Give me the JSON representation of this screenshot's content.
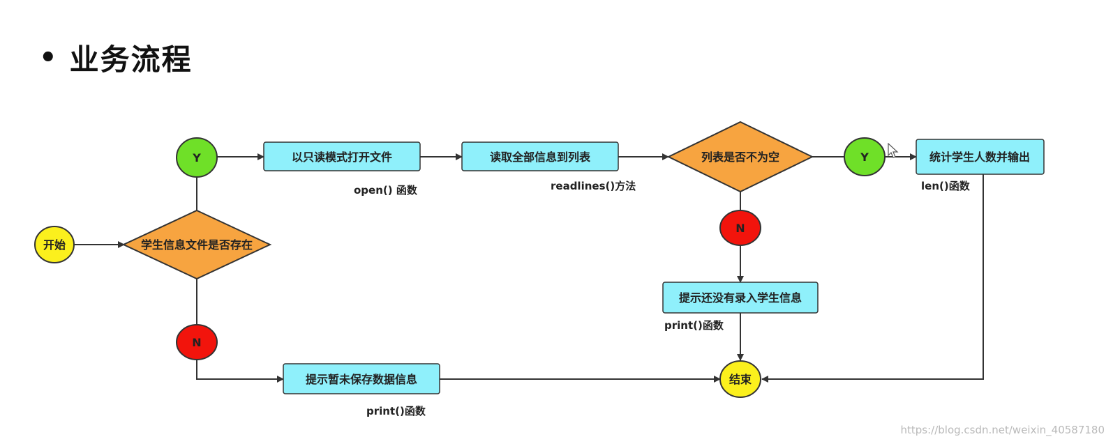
{
  "heading": {
    "bullet": "•",
    "title": "业务流程"
  },
  "colors": {
    "terminal": "#fbf01d",
    "decision": "#f7a440",
    "process": "#8ff0fb",
    "yes": "#6fe028",
    "no": "#f2140c",
    "stroke": "#333333"
  },
  "nodes": {
    "start": "开始",
    "decision_file": "学生信息文件是否存在",
    "yes1": "Y",
    "no1": "N",
    "open_file": "以只读模式打开文件",
    "read_all": "读取全部信息到列表",
    "decision_list": "列表是否不为空",
    "yes2": "Y",
    "no2": "N",
    "count_output": "统计学生人数并输出",
    "no_record": "提示还没有录入学生信息",
    "no_save": "提示暂未保存数据信息",
    "end": "结束"
  },
  "annotations": {
    "open": "open() 函数",
    "readlines": "readlines()方法",
    "len": "len()函数",
    "print_mid": "print()函数",
    "print_bottom": "print()函数"
  },
  "watermark": "https://blog.csdn.net/weixin_40587180",
  "icons": {
    "cursor": "arrow-cursor-icon"
  }
}
